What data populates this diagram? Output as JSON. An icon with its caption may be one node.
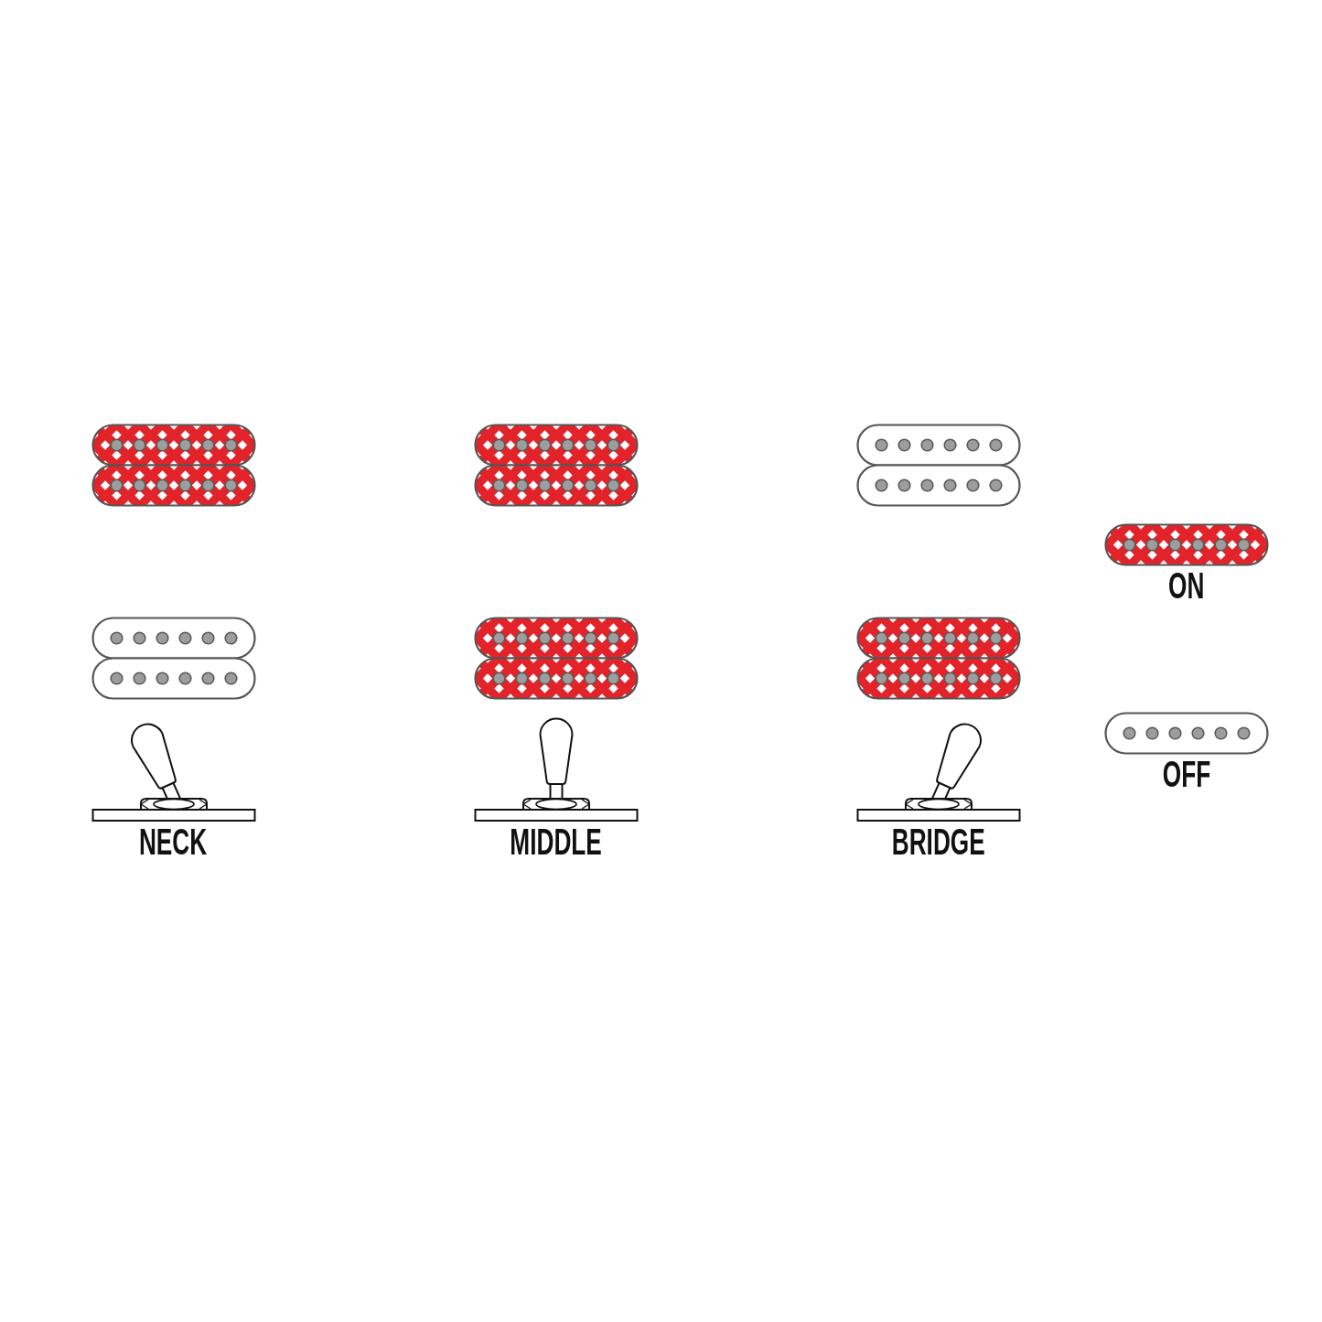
{
  "diagram": {
    "labels": [
      "NECK",
      "MIDDLE",
      "BRIDGE"
    ],
    "legend": [
      {
        "text": "ON",
        "color": "#e3232a"
      },
      {
        "text": "OFF"
      }
    ]
  }
}
